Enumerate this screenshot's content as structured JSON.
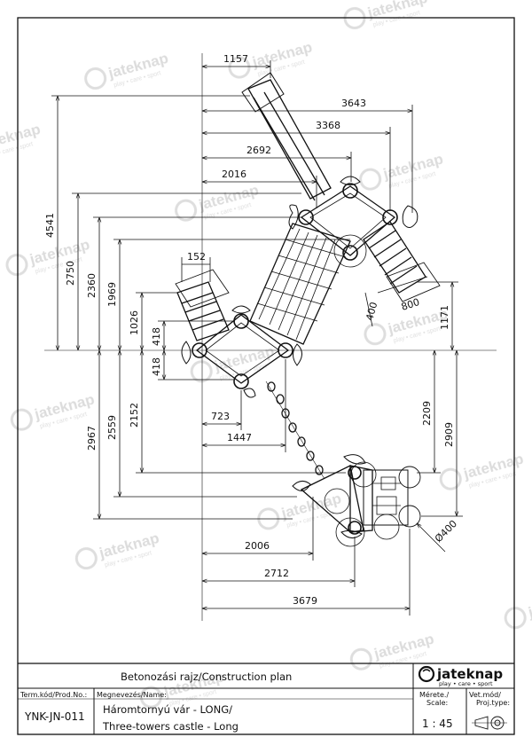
{
  "watermark": {
    "brand": "jateknap",
    "tagline": "play • care • sport"
  },
  "dimensions": {
    "d1157": "1157",
    "d3643": "3643",
    "d3368": "3368",
    "d2692": "2692",
    "d2016": "2016",
    "d152": "152",
    "d723": "723",
    "d1447": "1447",
    "d2006": "2006",
    "d2712": "2712",
    "d3679": "3679",
    "d4541": "4541",
    "d2750": "2750",
    "d2360": "2360",
    "d1969": "1969",
    "d1026": "1026",
    "d418a": "418",
    "d418b": "418",
    "d2967": "2967",
    "d2559": "2559",
    "d2152": "2152",
    "d1171": "1171",
    "d2209": "2209",
    "d2909": "2909",
    "d400": "400",
    "d800": "800",
    "dDia": "Ø400"
  },
  "title_block": {
    "title": "Betonozási rajz/Construction plan",
    "logo": {
      "brand": "jateknap",
      "tagline": "play • care • sport"
    },
    "code_label": "Term.kód/Prod.No.:",
    "code": "YNK-JN-011",
    "name_label": "Megnevezés/Name:",
    "name_hu": "Háromtornyú vár - LONG/",
    "name_en": "Three-towers castle - Long",
    "scale_label": "Mérete./ Scale:",
    "scale": "1 : 45",
    "proj_label": "Vet.mód/ Proj.type:"
  }
}
